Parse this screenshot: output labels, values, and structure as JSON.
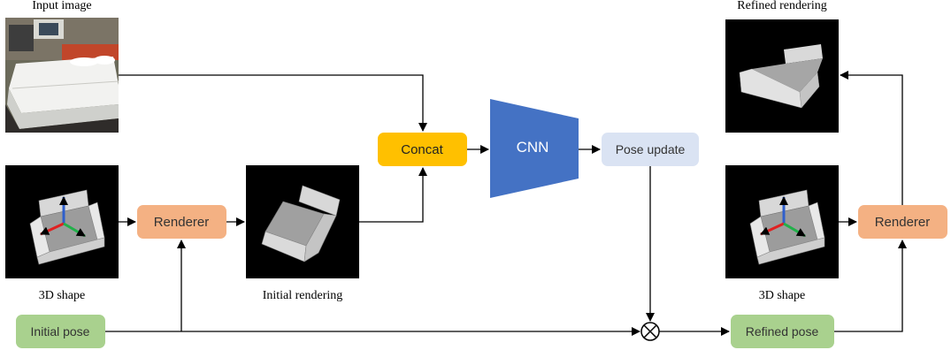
{
  "captions": {
    "input_image": "Input image",
    "refined_rendering": "Refined rendering",
    "shape_left": "3D shape",
    "initial_rendering": "Initial rendering",
    "shape_right": "3D shape"
  },
  "boxes": {
    "concat": "Concat",
    "cnn": "CNN",
    "pose_update": "Pose update",
    "renderer_left": "Renderer",
    "renderer_right": "Renderer",
    "initial_pose": "Initial pose",
    "refined_pose": "Refined pose"
  },
  "colors": {
    "concat": "#FFC000",
    "cnn": "#4472C4",
    "pose_update": "#DAE3F3",
    "renderer": "#F4B183",
    "pose": "#A9D18E",
    "axis_red": "#E02020",
    "axis_green": "#22B04A",
    "axis_blue": "#2F5FCC"
  }
}
